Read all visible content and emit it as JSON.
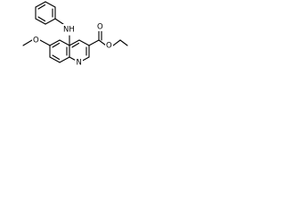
{
  "molecule": {
    "atoms": {
      "nh": "NH",
      "ring_n": "N",
      "methoxy_o": "O",
      "carbonyl_o": "O",
      "ester_o": "O"
    }
  }
}
